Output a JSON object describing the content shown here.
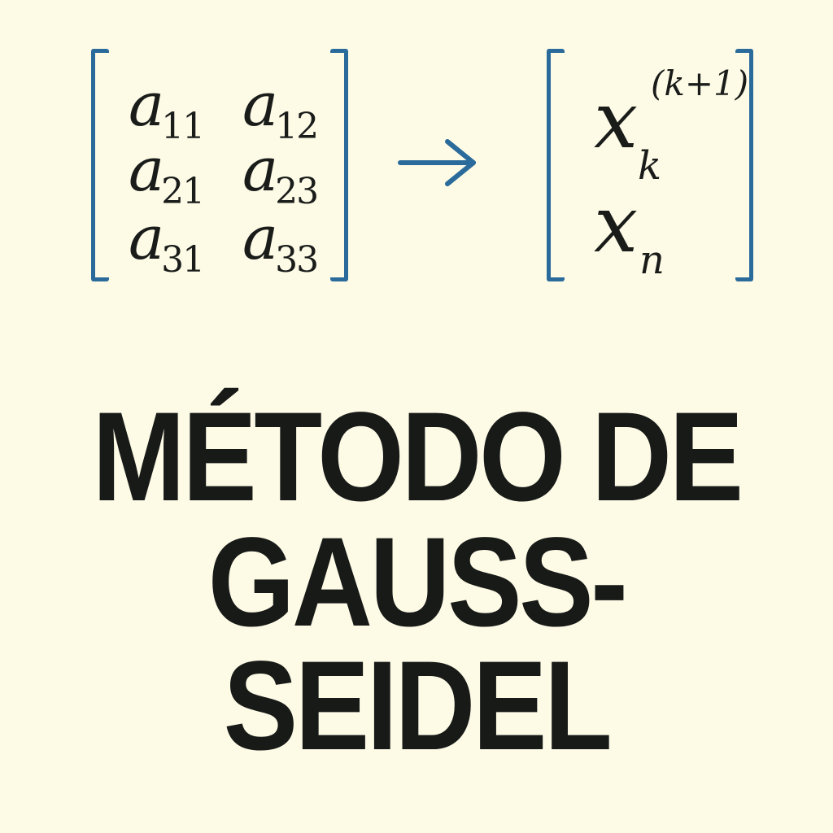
{
  "matrix": {
    "variable": "a",
    "entries": [
      {
        "row": 0,
        "col": 0,
        "sub": "11"
      },
      {
        "row": 0,
        "col": 1,
        "sub": "12"
      },
      {
        "row": 1,
        "col": 0,
        "sub": "21"
      },
      {
        "row": 1,
        "col": 1,
        "sub": "23"
      },
      {
        "row": 2,
        "col": 0,
        "sub": "31"
      },
      {
        "row": 2,
        "col": 1,
        "sub": "33"
      }
    ]
  },
  "vector": {
    "variable": "x",
    "superscript": "(k+1)",
    "sub_1": "k",
    "sub_2": "n"
  },
  "title": {
    "line1": "MÉTODO DE",
    "line2": "GAUSS-",
    "line3": "SEIDEL"
  },
  "colors": {
    "background": "#fdfbe6",
    "bracket": "#2a6b9b",
    "arrow": "#2a6b9b",
    "text": "#1a1c1a"
  }
}
